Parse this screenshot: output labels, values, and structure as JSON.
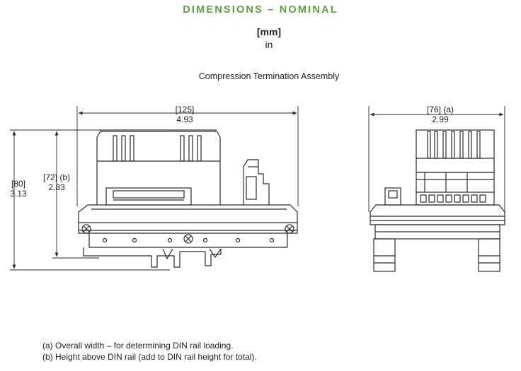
{
  "header": {
    "title": "DIMENSIONS – NOMINAL",
    "unit_mm": "[mm]",
    "unit_in": "in",
    "subtitle": "Compression Termination Assembly"
  },
  "side_view": {
    "width_mm": "[125]",
    "width_in": "4.93",
    "overall_height_mm": "[80]",
    "overall_height_in": "3.13",
    "height_above_rail_mm": "[72] (b)",
    "height_above_rail_in": "2.83"
  },
  "end_view": {
    "width_mm": "[76] (a)",
    "width_in": "2.99"
  },
  "notes": {
    "a": "(a) Overall width – for determining DIN rail loading.",
    "b": "(b) Height above DIN rail (add to DIN rail height for total)."
  },
  "colors": {
    "title": "#5aa03c",
    "line": "#2a2a2a"
  }
}
